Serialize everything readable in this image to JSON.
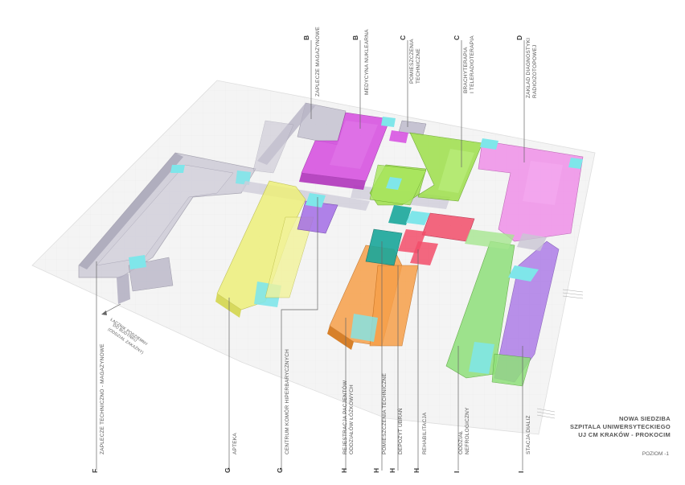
{
  "title": {
    "line1": "NOWA SIEDZIBA",
    "line2": "SZPITALA UNIWERSYTECKIEGO",
    "line3": "UJ CM KRAKÓW - PROKOCIM",
    "level": "POZIOM -1"
  },
  "side_note": {
    "line1": "ŁĄCZNIK PODZIEMNY",
    "line2": "DO BUDYNKU",
    "line3": "(ODDZIAŁ ZAKAŹNY)"
  },
  "top_labels": [
    {
      "letter": "B",
      "text": "ZAPLECZE MAGAZYNOWE"
    },
    {
      "letter": "B",
      "text": "MEDYCYNA NUKLEARNA"
    },
    {
      "letter": "C",
      "text": "POMIESZCZENIA",
      "text2": "TECHNICZNE"
    },
    {
      "letter": "C",
      "text": "BRACHYTERAPIA",
      "text2": "I TELERADIOTERAPIA"
    },
    {
      "letter": "D",
      "text": "ZAKŁAD DIAGNOSTYKI",
      "text2": "RADIOIZOTOPOWEJ"
    }
  ],
  "bottom_labels": [
    {
      "letter": "F",
      "text": "ZAPLECZE TECHNICZNO - MAGAZYNOWE"
    },
    {
      "letter": "G",
      "text": "APTEKA"
    },
    {
      "letter": "G",
      "text": "CENTRUM KOMÓR HIPERBARYCZNYCH"
    },
    {
      "letter": "H",
      "text": "REJESTRACJA PACJENTÓW",
      "text2": "ODDZIAŁÓW ŁÓŻKOWYCH"
    },
    {
      "letter": "H",
      "text": "POMIESZCZENIA TECHNICZNE"
    },
    {
      "letter": "H",
      "text": "DEPOZYT UBRAŃ"
    },
    {
      "letter": "H",
      "text": "REHABILITACJA"
    },
    {
      "letter": "I",
      "text": "ODDZIAŁ",
      "text2": "NEFROLOGICZNY"
    },
    {
      "letter": "I",
      "text": "STACJA DIALIZ"
    }
  ],
  "colors": {
    "gray": "#b7b4c4",
    "magenta": "#d64be0",
    "green": "#9ee04a",
    "pink": "#f08ae8",
    "yellow": "#eef07a",
    "orange": "#f7a04a",
    "teal": "#1aa79b",
    "red": "#f24e6a",
    "purple": "#a46ee6",
    "cyan": "#7fe6ea",
    "light_green": "#8fe07a"
  }
}
